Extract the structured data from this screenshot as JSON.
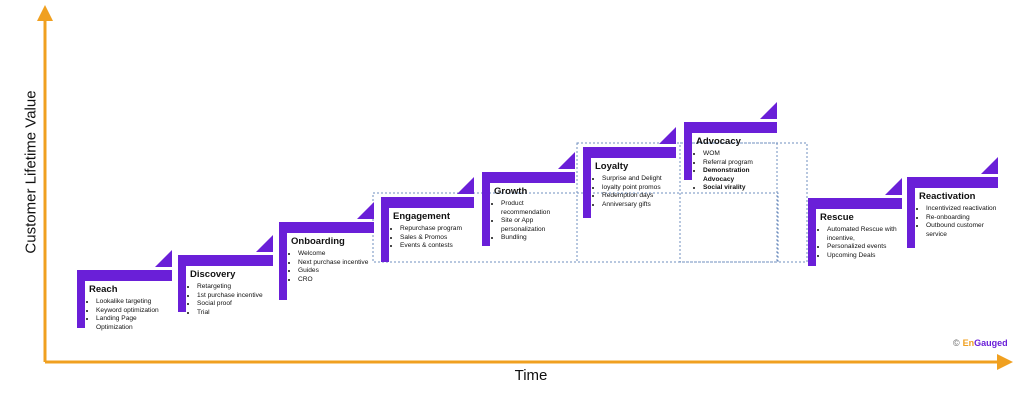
{
  "axes": {
    "y_label": "Customer Lifetime Value",
    "x_label": "Time"
  },
  "brand": {
    "copyright": "©",
    "name_part1": "En",
    "name_part2": "Gauged"
  },
  "colors": {
    "accent": "#6a1fd8",
    "axis": "#f0a020",
    "dashed": "#6f8fbf"
  },
  "stages": [
    {
      "title": "Reach",
      "items": [
        {
          "text": "Lookalike targeting"
        },
        {
          "text": "Keyword optimization"
        },
        {
          "text": "Landing Page Optimization"
        }
      ]
    },
    {
      "title": "Discovery",
      "items": [
        {
          "text": "Retargeting"
        },
        {
          "text": "1st purchase incentive"
        },
        {
          "text": "Social proof"
        },
        {
          "text": "Trial"
        }
      ]
    },
    {
      "title": "Onboarding",
      "items": [
        {
          "text": "Welcome"
        },
        {
          "text": "Next purchase incentive"
        },
        {
          "text": "Guides"
        },
        {
          "text": "CRO"
        }
      ]
    },
    {
      "title": "Engagement",
      "items": [
        {
          "text": "Repurchase program"
        },
        {
          "text": "Sales & Promos"
        },
        {
          "text": "Events & contests"
        }
      ]
    },
    {
      "title": "Growth",
      "items": [
        {
          "text": "Product recommendation"
        },
        {
          "text": "Site or App personalization"
        },
        {
          "text": "Bundling"
        }
      ]
    },
    {
      "title": "Loyalty",
      "items": [
        {
          "text": "Surprise and Delight"
        },
        {
          "text": "loyalty point promos"
        },
        {
          "text": "Redemption days"
        },
        {
          "text": "Anniversary gifts"
        }
      ]
    },
    {
      "title": "Advocacy",
      "items": [
        {
          "text": "WOM"
        },
        {
          "text": "Referral program"
        },
        {
          "text": "Demonstration Advocacy",
          "bold": true
        },
        {
          "text": "Social virality",
          "bold": true
        }
      ]
    },
    {
      "title": "Rescue",
      "items": [
        {
          "text": "Automated Rescue with incentive,"
        },
        {
          "text": "Personalized events"
        },
        {
          "text": "Upcoming Deals"
        }
      ]
    },
    {
      "title": "Reactivation",
      "items": [
        {
          "text": "Incentivized reactivation"
        },
        {
          "text": "Re-onboarding"
        },
        {
          "text": "Outbound customer service"
        }
      ]
    }
  ]
}
